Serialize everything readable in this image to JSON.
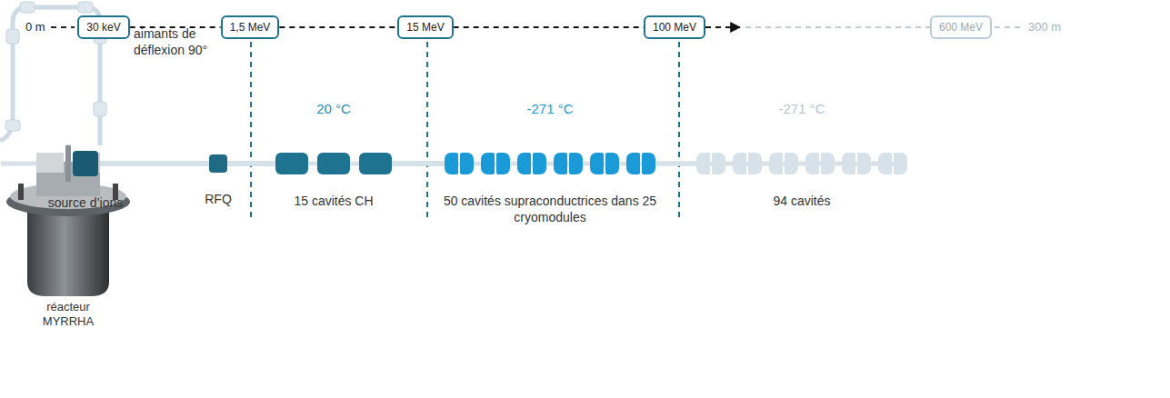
{
  "diagram": {
    "nodes": [
      {
        "text": [
          "30 keV"
        ]
      },
      {
        "text": [
          "1,5 MeV"
        ]
      },
      {
        "text": [
          "15 MeV"
        ]
      },
      {
        "text": [
          "100 MeV"
        ]
      },
      {
        "text": [
          "600 MeV"
        ]
      },
      {
        "text": [
          "source d’ions"
        ]
      },
      {
        "text": [
          "RFQ"
        ]
      },
      {
        "text": [
          "20 °C",
          "15 cavités CH"
        ]
      },
      {
        "text": [
          "-271 °C",
          "50 cavités supraconductrices dans 25 cryomodules"
        ]
      },
      {
        "text": [
          "-271 °C",
          "94 cavités"
        ]
      },
      {
        "text": [
          "aimants de déflexion 90°"
        ]
      },
      {
        "text": [
          "réacteur MYRRHA"
        ]
      }
    ],
    "edges": [
      {
        "from": 0,
        "to": 1,
        "arrow": "none"
      },
      {
        "from": 1,
        "to": 2,
        "arrow": "none"
      },
      {
        "from": 2,
        "to": 3,
        "arrow": "none"
      },
      {
        "from": 3,
        "to": 4,
        "arrow": "to"
      },
      {
        "from": 5,
        "to": 6,
        "arrow": "none"
      },
      {
        "from": 6,
        "to": 7,
        "arrow": "none"
      },
      {
        "from": 7,
        "to": 8,
        "arrow": "none"
      },
      {
        "from": 8,
        "to": 9,
        "arrow": "none"
      },
      {
        "from": 9,
        "to": 10,
        "arrow": "none"
      },
      {
        "from": 10,
        "to": 11,
        "arrow": "none"
      }
    ],
    "labels": [
      "0 m",
      "300 m"
    ]
  }
}
